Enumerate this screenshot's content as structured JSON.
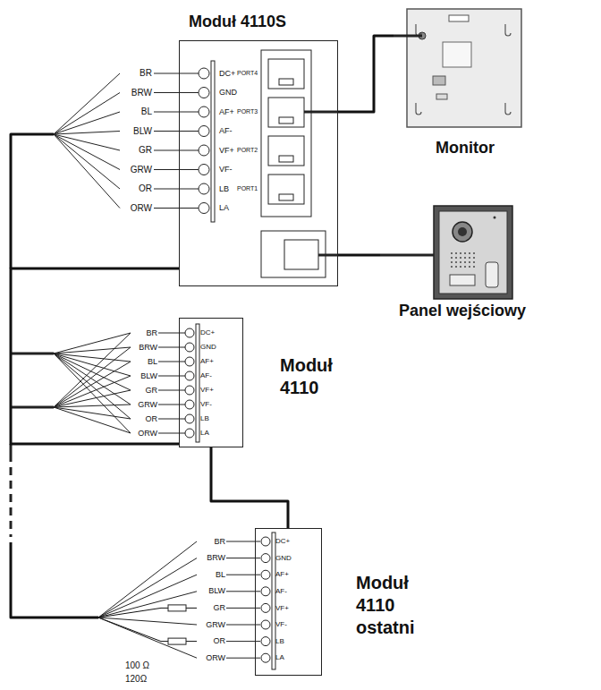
{
  "diagram": {
    "nodes": [
      {
        "text": [
          "Moduł 4110S"
        ]
      },
      {
        "text": [
          "Monitor"
        ]
      },
      {
        "text": [
          "Panel wejściowy"
        ]
      },
      {
        "text": [
          "Moduł 4110"
        ]
      },
      {
        "text": [
          "Moduł 4110 ostatni"
        ]
      }
    ],
    "edges": [
      {
        "from": 0,
        "to": 1,
        "arrow": "none"
      },
      {
        "from": 0,
        "to": 2,
        "arrow": "none"
      },
      {
        "from": 0,
        "to": 3,
        "arrow": "none"
      },
      {
        "from": 3,
        "to": 4,
        "arrow": "none"
      }
    ],
    "labels": [
      "BR",
      "BRW",
      "BL",
      "BLW",
      "GR",
      "GRW",
      "OR",
      "ORW",
      "DC+",
      "GND",
      "AF+",
      "AF-",
      "VF+",
      "VF-",
      "LB",
      "LA",
      "PORT4",
      "PORT3",
      "PORT2",
      "PORT1",
      "BR",
      "BRW",
      "BL",
      "BLW",
      "GR",
      "GRW",
      "OR",
      "ORW",
      "DC+",
      "GND",
      "AF+",
      "AF-",
      "VF+",
      "VF-",
      "LB",
      "LA",
      "BR",
      "BRW",
      "BL",
      "BLW",
      "GR",
      "GRW",
      "OR",
      "ORW",
      "DC+",
      "GND",
      "AF+",
      "AF-",
      "VF+",
      "VF-",
      "LB",
      "LA",
      "100 Ω",
      "120Ω"
    ]
  }
}
